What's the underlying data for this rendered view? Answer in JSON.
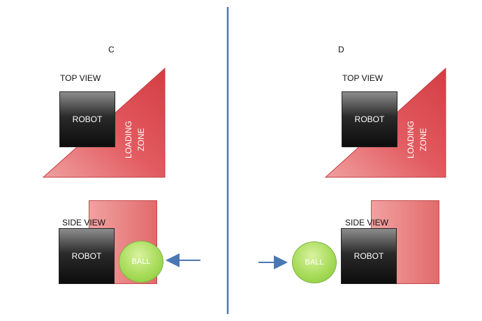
{
  "colors": {
    "divider": "#4a78b5",
    "arrow": "#4a78b5",
    "zone_top": "#d9454a",
    "zone_light": "#f0a0a0",
    "robot": "#111111",
    "ball": "#a8dc5a"
  },
  "panel_c": {
    "heading": "C",
    "top_view_label": "TOP VIEW",
    "robot_label": "ROBOT",
    "zone_label_line1": "LOADING",
    "zone_label_line2": "ZONE",
    "side_view_label": "SIDE VIEW",
    "side_robot_label": "ROBOT",
    "ball_label": "BALL"
  },
  "panel_d": {
    "heading": "D",
    "top_view_label": "TOP VIEW",
    "robot_label": "ROBOT",
    "zone_label_line1": "LOADING",
    "zone_label_line2": "ZONE",
    "side_view_label": "SIDE VIEW",
    "side_robot_label": "ROBOT",
    "ball_label": "BALL"
  }
}
